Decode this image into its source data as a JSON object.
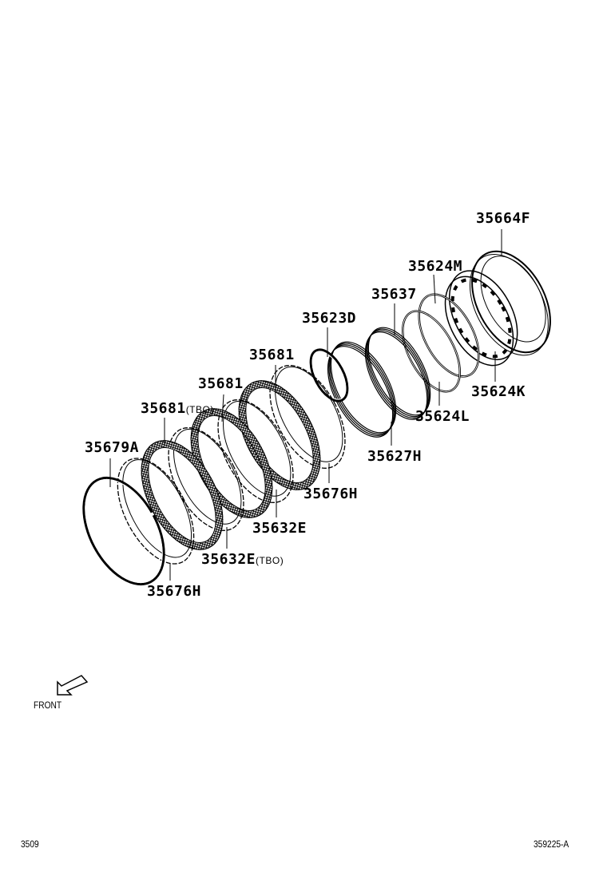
{
  "callouts": {
    "c35664F": "35664F",
    "c35624M": "35624M",
    "c35637": "35637",
    "c35623D": "35623D",
    "c35681a": "35681",
    "c35681b": "35681",
    "c35681tbo": "35681",
    "c35679A": "35679A",
    "c35624K": "35624K",
    "c35624L": "35624L",
    "c35627H": "35627H",
    "c35676Ha": "35676H",
    "c35632E": "35632E",
    "c35632Etbo": "35632E",
    "c35676Hb": "35676H"
  },
  "tbo_note": "(TBO)",
  "front_label": "FRONT",
  "page_code": "3509",
  "illustration_id": "359225-A"
}
